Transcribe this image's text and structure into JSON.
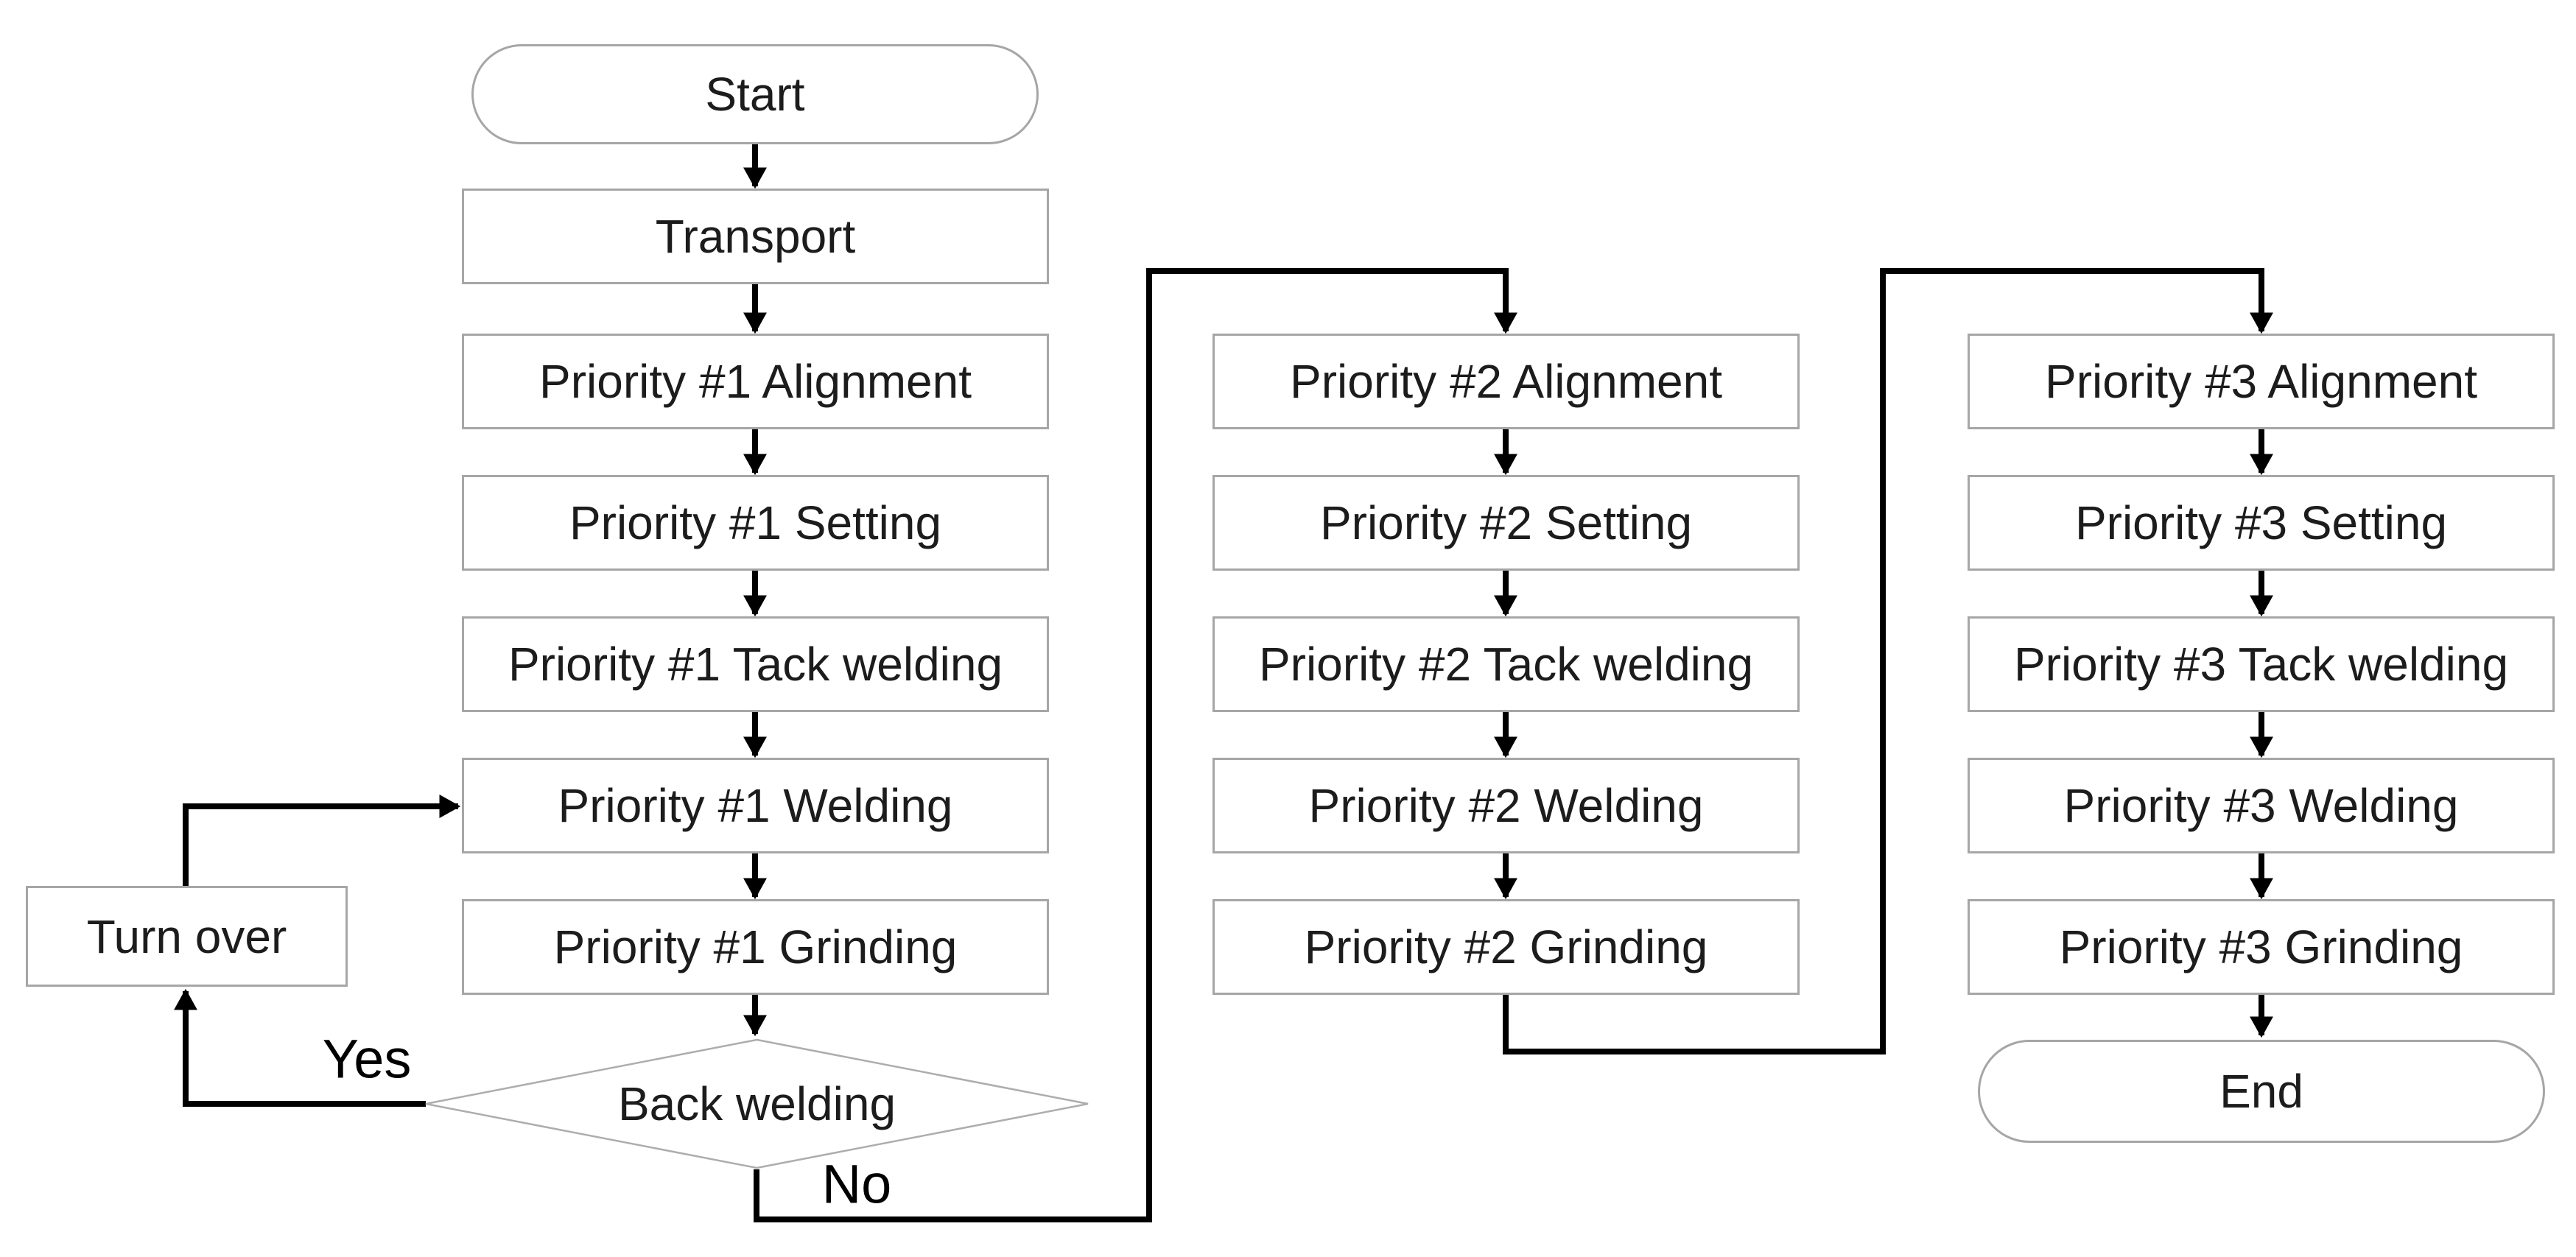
{
  "colors": {
    "box_border": "#a6a6a6",
    "diamond_border": "#adadad",
    "connector": "#000000",
    "text": "#1c1c1c",
    "background": "#ffffff"
  },
  "nodes": {
    "start": {
      "label": "Start"
    },
    "transport": {
      "label": "Transport"
    },
    "p1_alignment": {
      "label": "Priority #1 Alignment"
    },
    "p1_setting": {
      "label": "Priority #1 Setting"
    },
    "p1_tack_welding": {
      "label": "Priority #1 Tack welding"
    },
    "p1_welding": {
      "label": "Priority #1 Welding"
    },
    "p1_grinding": {
      "label": "Priority #1 Grinding"
    },
    "turn_over": {
      "label": "Turn over"
    },
    "back_welding": {
      "label": "Back welding"
    },
    "p2_alignment": {
      "label": "Priority #2 Alignment"
    },
    "p2_setting": {
      "label": "Priority #2 Setting"
    },
    "p2_tack_welding": {
      "label": "Priority #2 Tack welding"
    },
    "p2_welding": {
      "label": "Priority #2 Welding"
    },
    "p2_grinding": {
      "label": "Priority #2 Grinding"
    },
    "p3_alignment": {
      "label": "Priority #3 Alignment"
    },
    "p3_setting": {
      "label": "Priority #3 Setting"
    },
    "p3_tack_welding": {
      "label": "Priority #3 Tack welding"
    },
    "p3_welding": {
      "label": "Priority #3 Welding"
    },
    "p3_grinding": {
      "label": "Priority #3 Grinding"
    },
    "end": {
      "label": "End"
    }
  },
  "edge_labels": {
    "yes": "Yes",
    "no": "No"
  }
}
